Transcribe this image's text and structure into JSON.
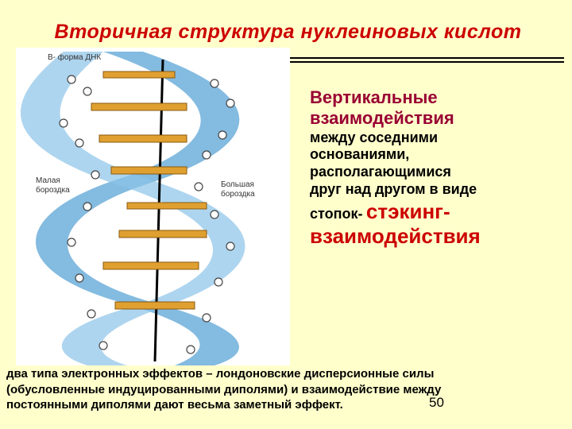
{
  "slide": {
    "title": "Вторичная структура нуклеиновых кислот",
    "page_number": "50"
  },
  "figure": {
    "label_form": "В- форма ДНК",
    "label_minor_1": "Малая",
    "label_minor_2": "бороздка",
    "label_major_1": "Большая",
    "label_major_2": "бороздка"
  },
  "side_text": {
    "line1": "Вертикальные",
    "line2": "взаимодействия",
    "line3": "между соседними",
    "line4": "основаниями,",
    "line5": "располагающимися",
    "line6": "друг над другом в виде",
    "line7_prefix": "стопок-",
    "line7_red": "стэкинг-",
    "line8_red": "взаимодействия"
  },
  "bottom_text": {
    "line1": "два типа электронных эффектов – лондоновские дисперсионные силы",
    "line2": "(обусловленные индуцированными диполями) и взаимодействие между",
    "line3": "постоянными диполями дают весьма заметный эффект."
  },
  "colors": {
    "background": "#FFFFCC",
    "title": "#CC0000",
    "helix": "#5BA4D6",
    "base_pair": "#E0A030"
  }
}
